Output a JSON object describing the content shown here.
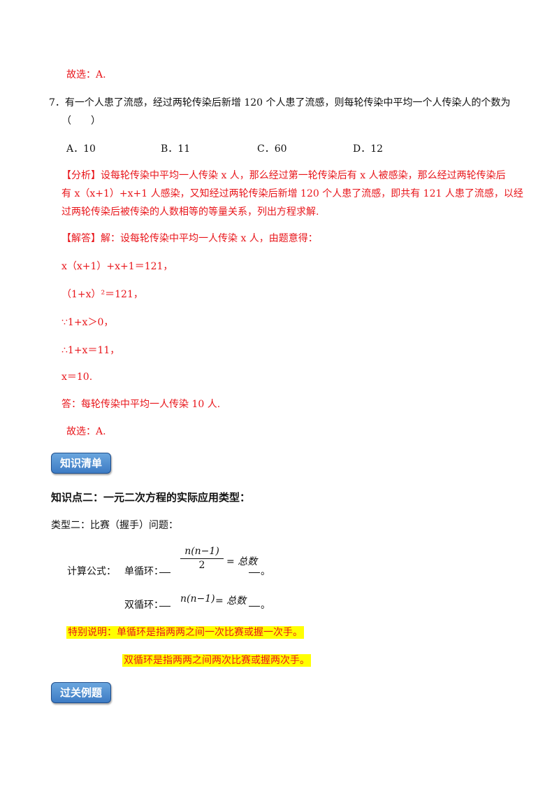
{
  "prev_answer": "故选：A.",
  "question": {
    "text_line1": "7．有一个人患了流感，经过两轮传染后新增 120 个人患了流感，则每轮传染中平均一个人传染人的个数为",
    "text_line2": "（　　）",
    "options": [
      {
        "label": "A．10"
      },
      {
        "label": "B．11"
      },
      {
        "label": "C．60"
      },
      {
        "label": "D．12"
      }
    ]
  },
  "analysis": {
    "line1": "【分析】设每轮传染中平均一人传染 x 人，那么经过第一轮传染后有 x 人被感染，那么经过两轮传染后",
    "line2": "有 x（x+1）+x+1 人感染，又知经过两轮传染后新增 120 个人患了流感，即共有 121 人患了流感，以经",
    "line3": "过两轮传染后被传染的人数相等的等量关系，列出方程求解."
  },
  "solution": {
    "intro": "【解答】解：设每轮传染中平均一人传染 x 人，由题意得：",
    "steps": [
      "x（x+1）+x+1＝121，",
      "（1+x）²＝121，",
      "∵1+x＞0，",
      "∴1+x＝11，",
      "x＝10."
    ],
    "answer": "答：每轮传染中平均一人传染 10 人.",
    "choice": "故选：A."
  },
  "badge_knowledge": "知识清单",
  "knowledge_title": "知识点二：一元二次方程的实际应用类型：",
  "type_two": "类型二：比赛（握手）问题：",
  "formula": {
    "label": "计算公式：",
    "single_label": "单循环：",
    "single_num": "n(n−1)",
    "single_den": "2",
    "single_rhs": "= 总数",
    "double_label": "双循环：",
    "double_expr": "n(n−1)",
    "double_rhs": "= 总数",
    "end_mark": "。"
  },
  "note": {
    "line1": "特别说明：单循环是指两两之间一次比赛或握一次手。",
    "line2": "双循环是指两两之间两次比赛或握两次手。"
  },
  "badge_examples": "过关例题"
}
